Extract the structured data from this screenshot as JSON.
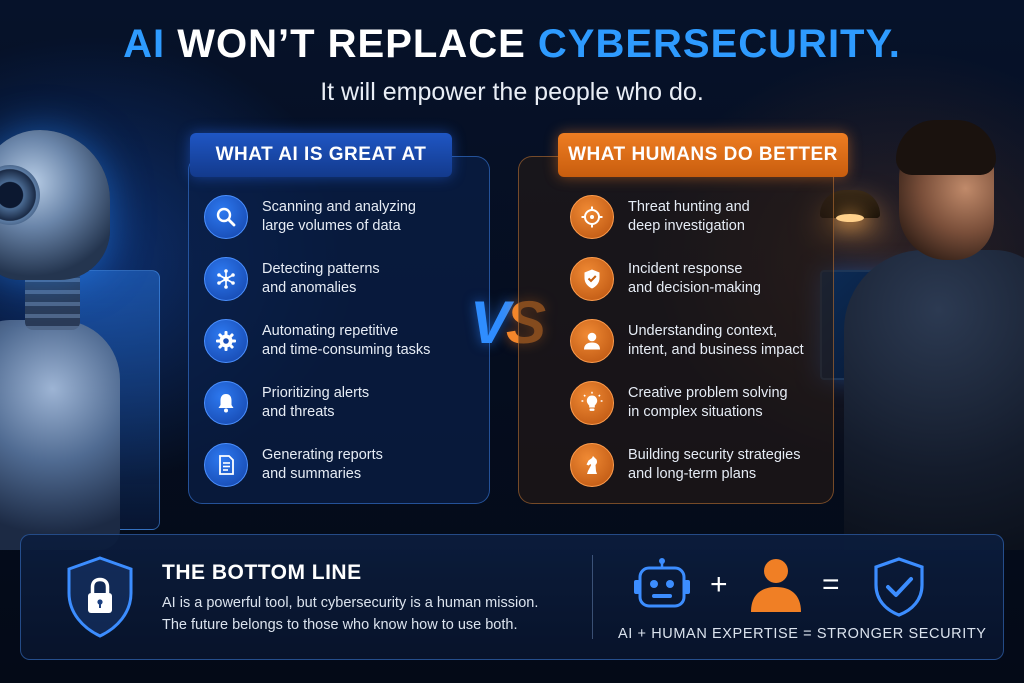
{
  "header": {
    "title_part1": "AI",
    "title_part2": " WON’T REPLACE ",
    "title_part3": "CYBERSECURITY.",
    "subtitle": "It will empower the people who do."
  },
  "left_panel": {
    "heading": "WHAT AI IS GREAT AT",
    "accent_color": "#2e7bff",
    "items": [
      {
        "icon": "magnifier-icon",
        "text": "Scanning and analyzing\nlarge volumes of data"
      },
      {
        "icon": "network-nodes-icon",
        "text": "Detecting patterns\nand anomalies"
      },
      {
        "icon": "gear-icon",
        "text": "Automating repetitive\nand time-consuming tasks"
      },
      {
        "icon": "bell-icon",
        "text": "Prioritizing alerts\nand threats"
      },
      {
        "icon": "document-icon",
        "text": "Generating reports\nand summaries"
      }
    ]
  },
  "versus": {
    "v": "V",
    "s": "S"
  },
  "right_panel": {
    "heading": "WHAT HUMANS DO BETTER",
    "accent_color": "#f07f25",
    "items": [
      {
        "icon": "crosshair-icon",
        "text": "Threat hunting and\ndeep investigation"
      },
      {
        "icon": "shield-icon",
        "text": "Incident response\nand decision-making"
      },
      {
        "icon": "person-icon",
        "text": "Understanding context,\nintent, and business impact"
      },
      {
        "icon": "lightbulb-icon",
        "text": "Creative problem solving\nin complex situations"
      },
      {
        "icon": "chess-knight-icon",
        "text": "Building security strategies\nand long-term plans"
      }
    ]
  },
  "bottom_line": {
    "title": "THE BOTTOM LINE",
    "text": "AI is a powerful tool, but cybersecurity is a human mission.\nThe future belongs to those who know how to use both.",
    "plus": "+",
    "equals": "=",
    "caption": "AI + HUMAN EXPERTISE = STRONGER SECURITY"
  }
}
